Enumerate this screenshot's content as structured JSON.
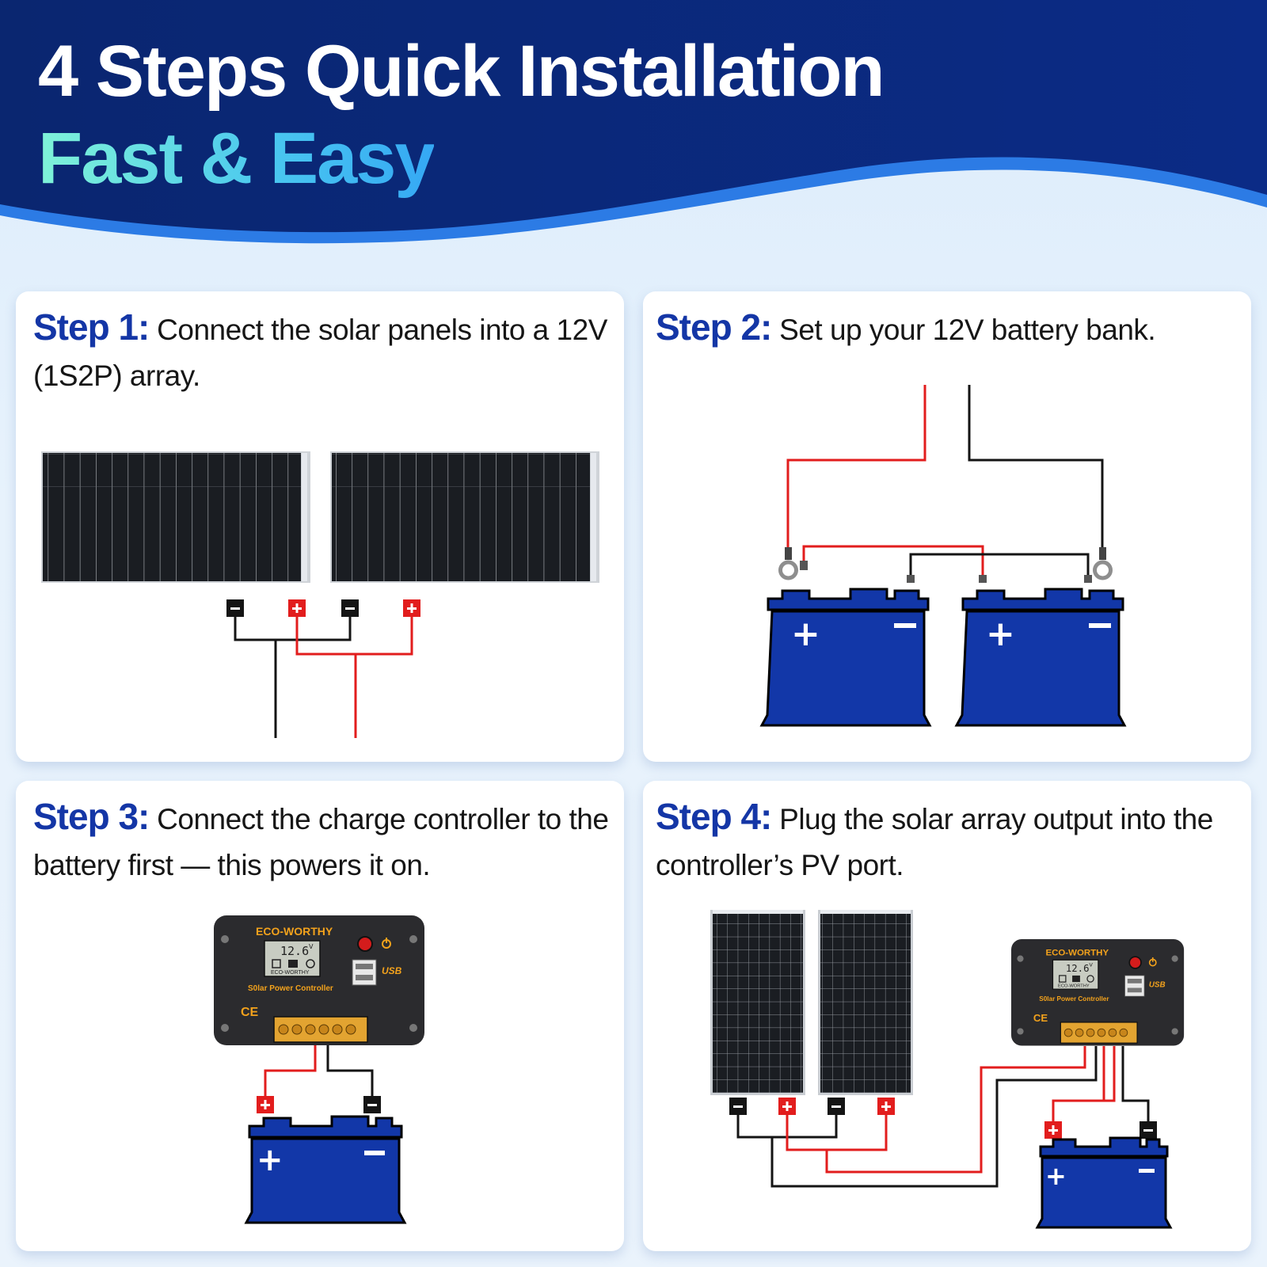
{
  "header": {
    "title_line1": "4 Steps Quick Installation",
    "title_line2": "Fast & Easy",
    "colors": {
      "navy": "#0a2673",
      "accent_blue": "#2e7de6",
      "title_gradient": [
        "#7ff3d8",
        "#35a8f4"
      ]
    }
  },
  "steps": [
    {
      "label": "Step 1:",
      "text": " Connect the solar panels into a 12V (1S2P) array."
    },
    {
      "label": "Step 2:",
      "text": " Set up your 12V battery bank."
    },
    {
      "label": "Step 3:",
      "text": " Connect the charge controller to the battery first — this powers it on."
    },
    {
      "label": "Step 4:",
      "text": " Plug the solar array output into the controller’s PV port."
    }
  ],
  "controller": {
    "brand": "ECO-WORTHY",
    "display_value": "12.6",
    "display_unit": "V",
    "display_brand": "ECO-WORTHY",
    "name": "S0lar Power Controller",
    "usb_label": "USB",
    "ce_mark": "CE",
    "icons": [
      "power-button-icon",
      "power-symbol-icon",
      "usb-ports-icon",
      "battery-icon",
      "sun-icon",
      "bulb-icon"
    ]
  },
  "battery": {
    "plus_symbol": "+",
    "minus_symbol": "−",
    "color": "#1237a8"
  },
  "terminal_symbols": {
    "positive": "+",
    "negative": "−"
  },
  "wire_colors": {
    "positive": "#e21d1d",
    "negative": "#141414"
  }
}
